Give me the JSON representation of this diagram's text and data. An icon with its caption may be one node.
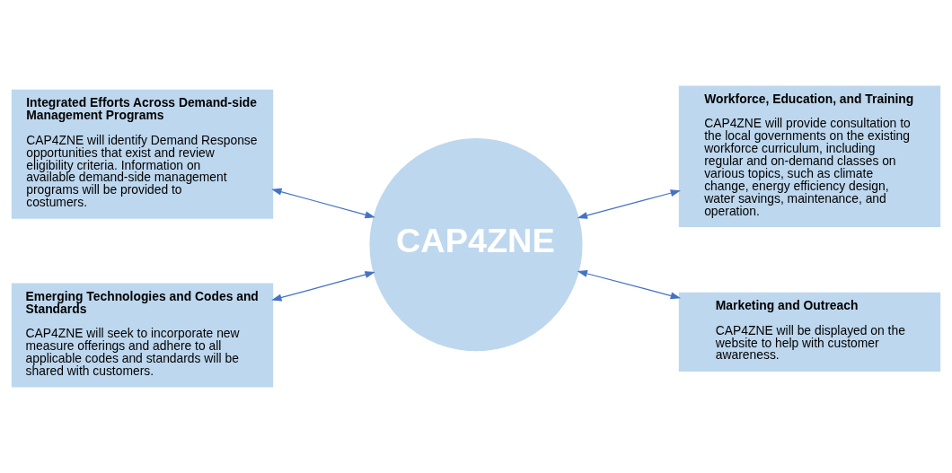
{
  "diagram": {
    "nodes": [
      {
        "text": [
          "Integrated Efforts Across Demand-side Management Programs",
          "CAP4ZNE will identify Demand Response opportunities that exist and review eligibility criteria. Information on available demand-side management programs will be provided to costumers."
        ]
      },
      {
        "text": [
          "Workforce, Education, and Training",
          "CAP4ZNE will provide consultation to the local governments on the existing workforce curriculum, including regular and on-demand classes on various topics, such as climate change, energy efficiency design, water savings, maintenance, and operation."
        ]
      },
      {
        "text": [
          "CAP4ZNE"
        ]
      },
      {
        "text": [
          "Emerging Technologies and Codes and Standards",
          "CAP4ZNE will seek to incorporate new measure offerings and adhere to all applicable codes and standards will be shared with customers."
        ]
      },
      {
        "text": [
          "Marketing and Outreach",
          "CAP4ZNE will be displayed on the website to help with customer awareness."
        ]
      }
    ],
    "edges": [
      {
        "from": 0,
        "to": 2,
        "arrow": "both"
      },
      {
        "from": 2,
        "to": 1,
        "arrow": "both"
      },
      {
        "from": 3,
        "to": 2,
        "arrow": "both"
      },
      {
        "from": 2,
        "to": 4,
        "arrow": "both"
      }
    ]
  }
}
